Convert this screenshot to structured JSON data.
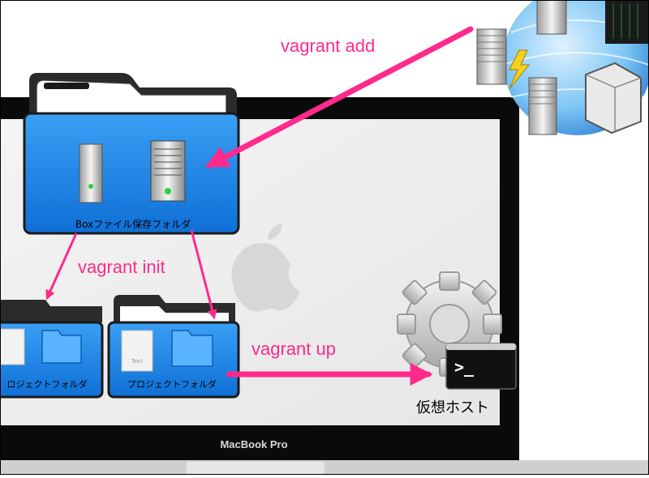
{
  "labels": {
    "vagrant_add": "vagrant add",
    "vagrant_init": "vagrant init",
    "vagrant_up": "vagrant up",
    "box_folder": "Boxファイル保存フォルダ",
    "project_folder_left": "ロジェクトフォルダ",
    "project_folder_right": "プロジェクトフォルダ",
    "virtual_host": "仮想ホスト",
    "laptop_brand": "MacBook Pro",
    "doc_icon_text": "Text"
  },
  "colors": {
    "arrow": "#ff2a8c",
    "folder_blue": "#1e88e5",
    "folder_back": "#2f2f2f"
  },
  "icons": [
    "globe-servers-icon",
    "server-icon",
    "folder-icon",
    "document-icon",
    "gear-icon",
    "terminal-icon",
    "apple-logo-icon"
  ]
}
